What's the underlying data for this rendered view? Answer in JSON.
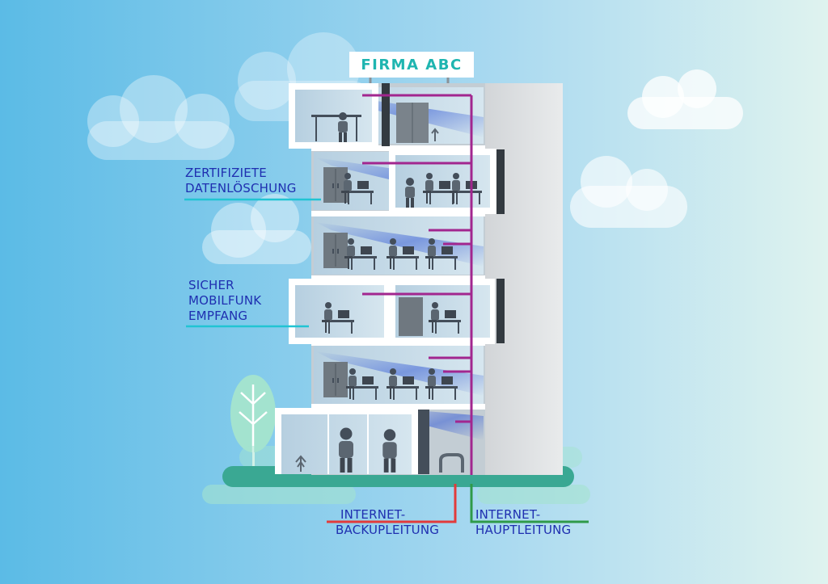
{
  "sign": {
    "text": "FIRMA ABC"
  },
  "labels": {
    "datenloeschung": [
      "ZERTIFIZIETE",
      "DATENLÖSCHUNG"
    ],
    "mobilfunk": [
      "SICHER",
      "MOBILFUNK",
      "EMPFANG"
    ],
    "backup": [
      "INTERNET-",
      "BACKUPLEITUNG"
    ],
    "haupt": [
      "INTERNET-",
      "HAUPTLEITUNG"
    ]
  },
  "colors": {
    "sky_left": "#5bbbe6",
    "sky_right": "#dff3ef",
    "network_line": "#a2268f",
    "backup_line": "#e23b3b",
    "main_line": "#2f9a49",
    "callout_line": "#21c4d3",
    "label_text": "#1f2fb0",
    "sign_text": "#1fb5b0",
    "tree": "#a3e3cf",
    "ground": "#3aa893"
  },
  "icons": [
    "cloud-icon",
    "tree-icon",
    "person-icon",
    "desk-icon",
    "monitor-icon",
    "plant-icon",
    "armchair-icon"
  ]
}
